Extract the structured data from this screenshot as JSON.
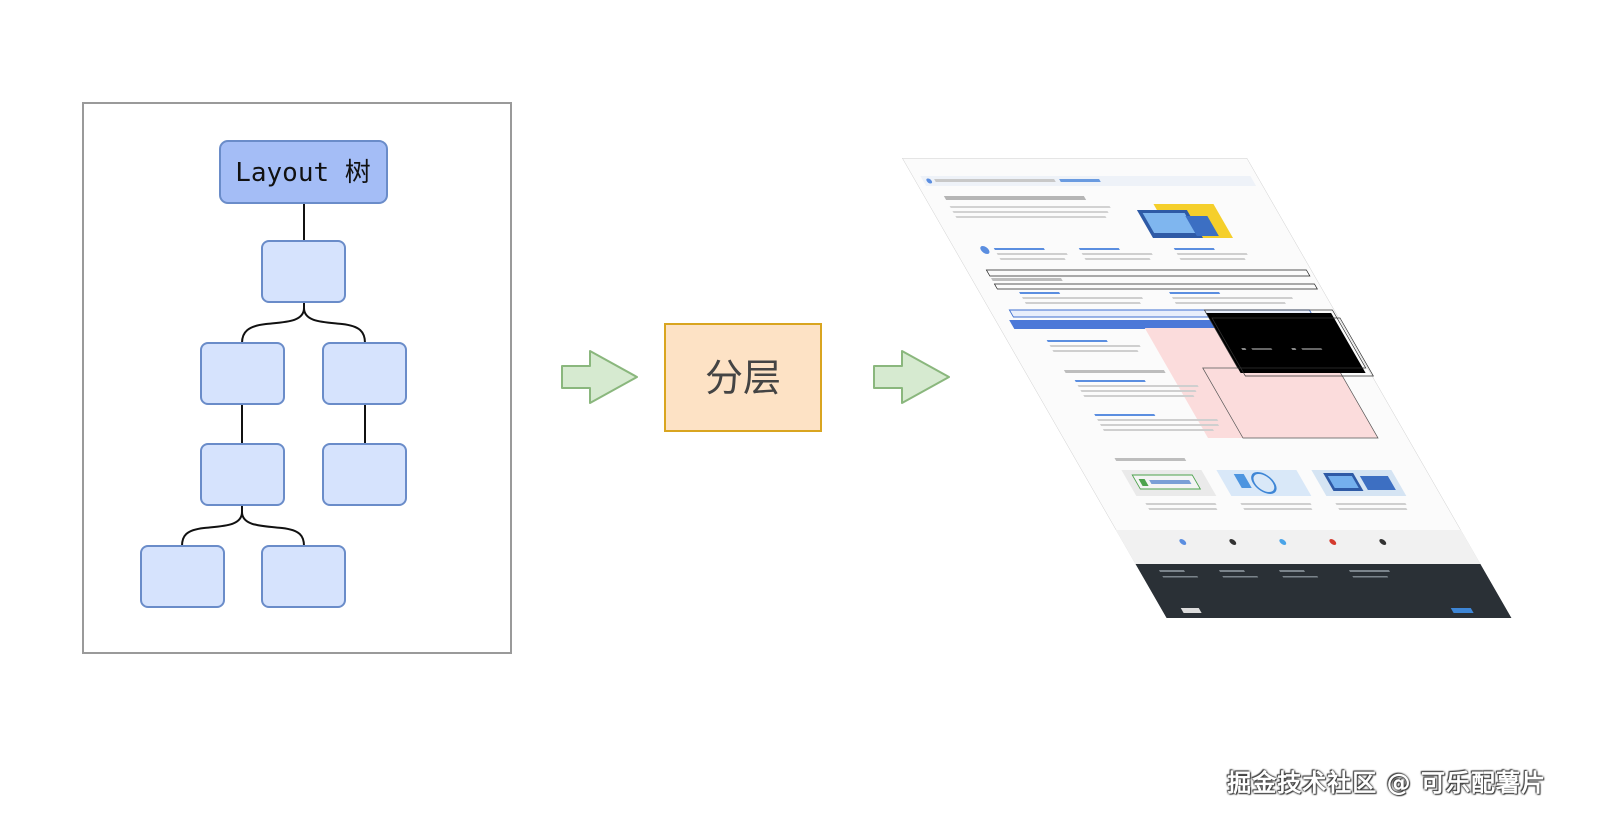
{
  "layout_tree": {
    "root_label": "Layout 树"
  },
  "process": {
    "label": "分层"
  },
  "watermark": "掘金技术社区 @ 可乐配薯片",
  "colors": {
    "node_root_fill": "#a4bdf6",
    "node_fill": "#d6e3fd",
    "node_stroke": "#6a8cc9",
    "process_fill": "#fde2c5",
    "process_stroke": "#d9a520",
    "arrow_fill": "#d6ead0",
    "arrow_stroke": "#8ab77d"
  }
}
